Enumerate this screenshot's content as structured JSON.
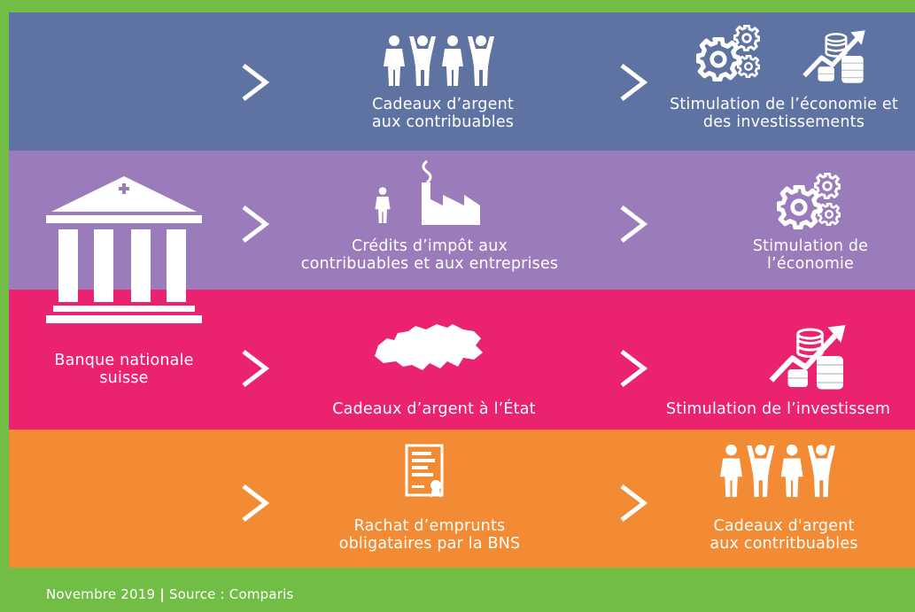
{
  "source": {
    "label": "Banque nationale suisse",
    "line1": "Banque nationale",
    "line2": "suisse",
    "icon": "bank-building-icon"
  },
  "rows": [
    {
      "color": "#5e73a1",
      "middle": {
        "line1": "Cadeaux d’argent",
        "line2": "aux contribuables",
        "icon": "people-icon"
      },
      "result": {
        "line1": "Stimulation de l’économie et",
        "line2": "des investissements",
        "icon": "gears-and-coins-growth-icon"
      }
    },
    {
      "color": "#9b7cba",
      "middle": {
        "line1": "Crédits d’impôt aux",
        "line2": "contribuables et aux entreprises",
        "icon": "person-and-factory-icon"
      },
      "result": {
        "line1": "Stimulation de",
        "line2": "l’économie",
        "icon": "gears-icon"
      }
    },
    {
      "color": "#ea2270",
      "middle": {
        "line1": "Cadeaux d’argent à l’État",
        "line2": "",
        "icon": "switzerland-map-icon"
      },
      "result": {
        "line1": "Stimulation de l’investissem",
        "line2": "",
        "icon": "coins-growth-icon"
      }
    },
    {
      "color": "#f28b33",
      "middle": {
        "line1": "Rachat d’emprunts",
        "line2": "obligataires par la BNS",
        "icon": "bond-certificate-icon"
      },
      "result": {
        "line1": "Cadeaux d'argent",
        "line2": "aux contritbuables",
        "icon": "people-icon"
      }
    }
  ],
  "footer": {
    "date": "Novembre 2019",
    "separator": "|",
    "source": "Source : Comparis"
  },
  "colors": {
    "green": "#72bd45",
    "blue": "#5e73a1",
    "purple": "#9b7cba",
    "pink": "#ea2270",
    "orange": "#f28b33"
  }
}
